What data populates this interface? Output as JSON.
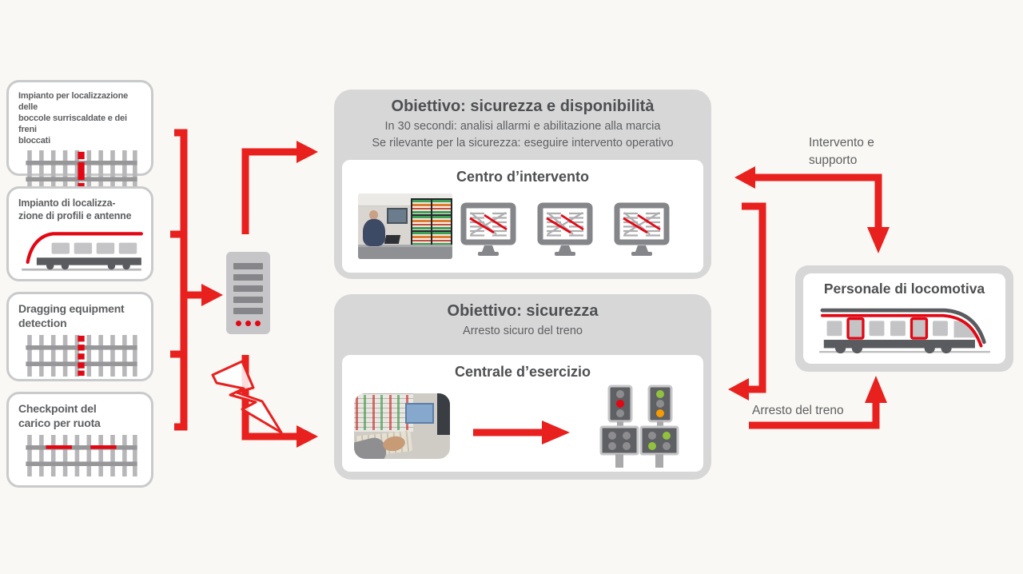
{
  "colors": {
    "red": "#e8201e",
    "signal-red": "#e30613",
    "green": "#91c13e",
    "orange": "#f59c00",
    "panel": "#d7d7d8",
    "silver": "#c9cacb",
    "text-strong": "#4e4f51",
    "text-soft": "#5e5f61",
    "icon-dark": "#595b5e",
    "icon-mid": "#97979a",
    "icon-light": "#b7b7b9",
    "bg": "#faf8f4"
  },
  "sensors": [
    {
      "icon": "track-hotbox-icon",
      "label": "Impianto per localizzazione delle\nboccole surriscaldate e dei freni\nbloccati"
    },
    {
      "icon": "train-profile-icon",
      "label": "Impianto di localizza-\nzione di profili e antenne"
    },
    {
      "icon": "track-dragging-icon",
      "label": "Dragging equipment\ndetection"
    },
    {
      "icon": "track-checkpoint-icon",
      "label": "Checkpoint del\ncarico per ruota"
    }
  ],
  "server": {
    "icon": "data-server-icon"
  },
  "intervention_flow": {
    "title": "Obiettivo: sicurezza e disponibilità",
    "line1": "In 30 secondi: analisi allarmi e abilitazione alla marcia",
    "line2": "Se rilevante per la sicurezza: eseguire intervento operativo",
    "center_title": "Centro d’intervento",
    "photo": "control-room-photo",
    "monitor_icon": "network-graph-monitor-icon",
    "monitor_count": 3
  },
  "safety_flow": {
    "title": "Obiettivo: sicurezza",
    "subtitle": "Arresto sicuro del treno",
    "center_title": "Centrale d’esercizio",
    "photo": "operations-desk-photo",
    "signals_icon": "railway-signals-icon"
  },
  "crew_box": {
    "title": "Personale di locomotiva",
    "icon": "passenger-train-icon"
  },
  "arrow_labels": {
    "intervention_support": "Intervento e\nsupporto",
    "train_stop": "Arresto del treno"
  }
}
